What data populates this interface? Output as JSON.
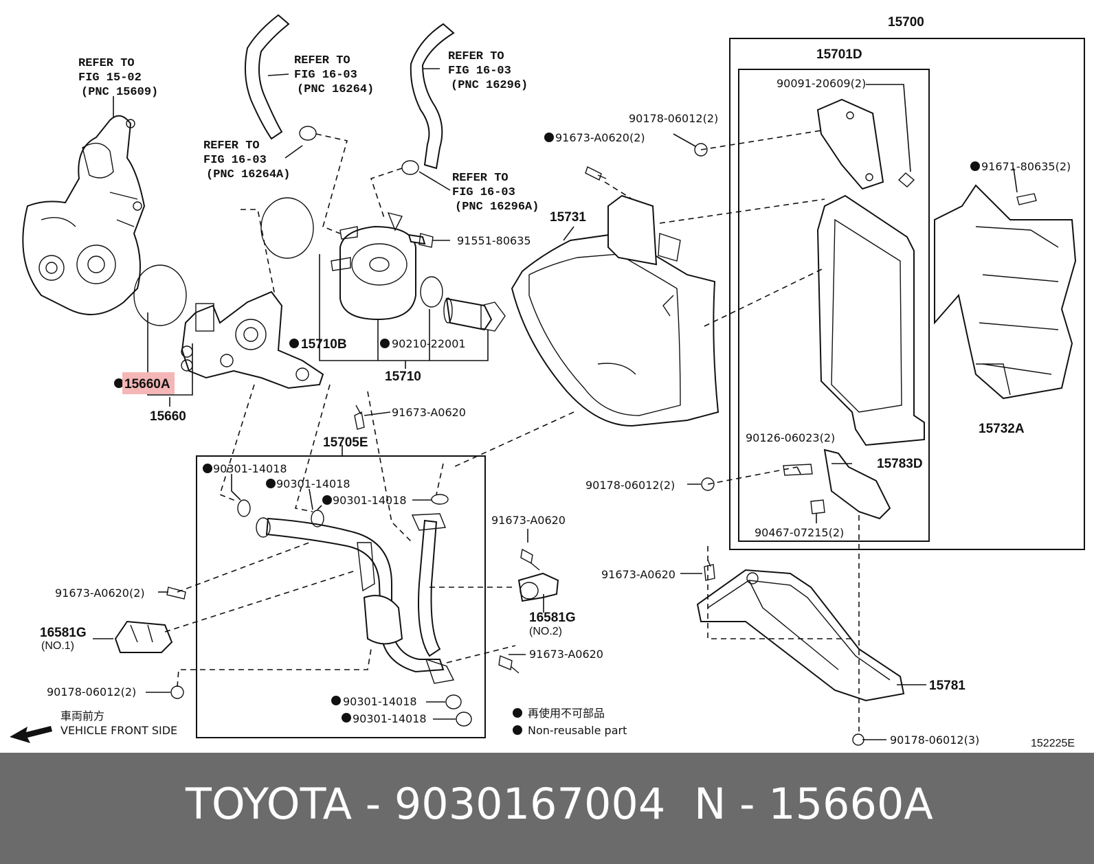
{
  "labels": {
    "p15700": "15700",
    "p15701D": "15701D",
    "p90091": "90091-20609(2)",
    "p90178a": "90178-06012(2)",
    "p91673a": "91673-A0620(2)",
    "p91671": "91671-80635(2)",
    "p15731": "15731",
    "p15732A": "15732A",
    "p91551": "91551-80635",
    "p15710B": "15710B",
    "p90210": "90210-22001",
    "p15710": "15710",
    "p15660A": "15660A",
    "p15660": "15660",
    "p91673b": "91673-A0620",
    "p15705E": "15705E",
    "p90301a": "90301-14018",
    "p90301b": "90301-14018",
    "p90301c": "90301-14018",
    "p90126": "90126-06023(2)",
    "p15783D": "15783D",
    "p90178b": "90178-06012(2)",
    "p90467": "90467-07215(2)",
    "p91673c": "91673-A0620",
    "p91673d": "91673-A0620",
    "p91673e": "91673-A0620(2)",
    "p16581G_2": "16581G",
    "p16581G_2sub": "(NO.2)",
    "p16581G_1": "16581G",
    "p16581G_1sub": "(NO.1)",
    "p91673f": "91673-A0620",
    "p15781": "15781",
    "p90178c": "90178-06012(2)",
    "p90301d": "90301-14018",
    "p90301e": "90301-14018",
    "p90178d": "90178-06012(3)",
    "drawing_no": "152225E"
  },
  "refs": [
    {
      "l1": "REFER TO",
      "l2": "FIG 15-02",
      "l3": "(PNC 15609)"
    },
    {
      "l1": "REFER TO",
      "l2": "FIG 16-03",
      "l3": "(PNC 16264)"
    },
    {
      "l1": "REFER TO",
      "l2": "FIG 16-03",
      "l3": "(PNC 16296)"
    },
    {
      "l1": "REFER TO",
      "l2": "FIG 16-03",
      "l3": "(PNC 16264A)"
    },
    {
      "l1": "REFER TO",
      "l2": "FIG 16-03",
      "l3": "(PNC 16296A)"
    }
  ],
  "legend": {
    "jp": "再使用不可部品",
    "en": "Non-reusable part"
  },
  "front": {
    "jp": "車両前方",
    "en": "VEHICLE FRONT SIDE"
  },
  "footer": {
    "left": "TOYOTA - 9030167004",
    "right": "N - 15660A"
  },
  "colors": {
    "highlight": "#f4b6b6",
    "footer_bg": "#6b6b6b"
  }
}
